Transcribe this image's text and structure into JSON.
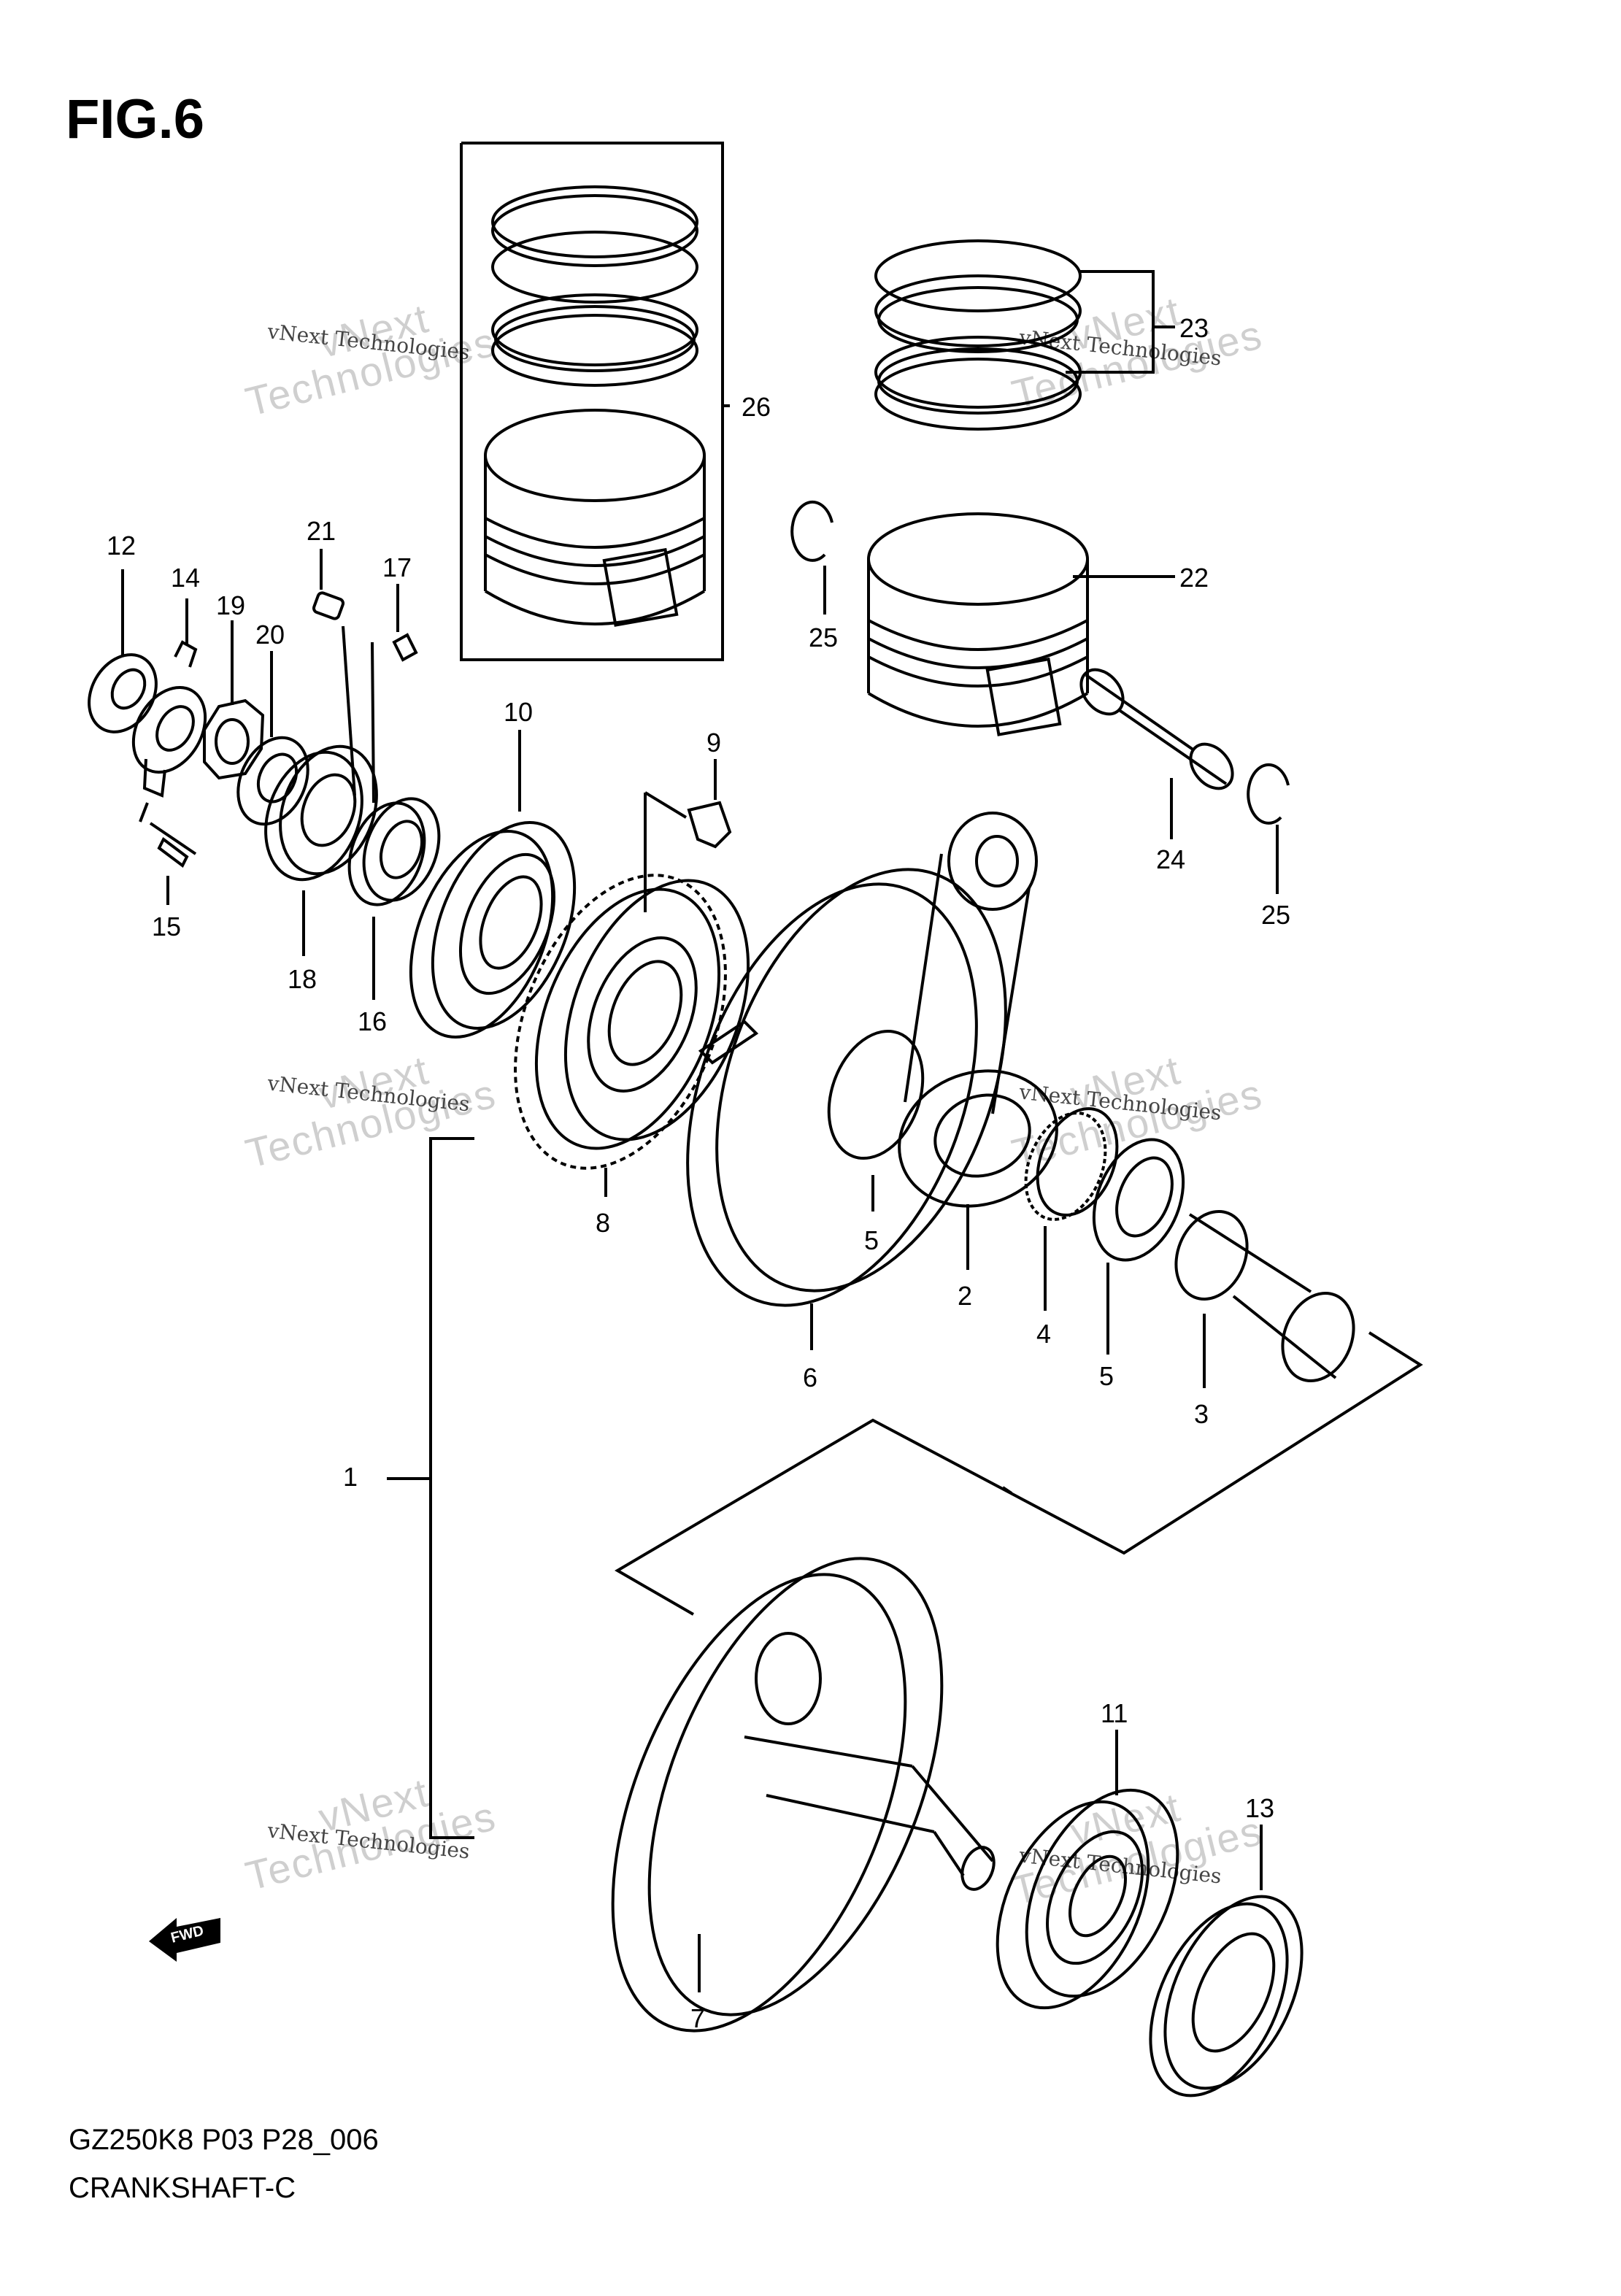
{
  "figure": {
    "title": "FIG.6",
    "model_code": "GZ250K8 P03 P28_006",
    "section_name": "CRANKSHAFT-C"
  },
  "watermark": {
    "line1": "vNext Technologies",
    "big1": "vNext",
    "big2": "Technologies"
  },
  "callouts": {
    "c1": "1",
    "c2": "2",
    "c3": "3",
    "c4": "4",
    "c5a": "5",
    "c5b": "5",
    "c6": "6",
    "c7": "7",
    "c8": "8",
    "c9": "9",
    "c10": "10",
    "c11": "11",
    "c12": "12",
    "c13": "13",
    "c14": "14",
    "c15": "15",
    "c16": "16",
    "c17": "17",
    "c18": "18",
    "c19": "19",
    "c20": "20",
    "c21": "21",
    "c22": "22",
    "c23": "23",
    "c24": "24",
    "c25a": "25",
    "c25b": "25",
    "c26": "26"
  },
  "fwd_label": "FWD"
}
